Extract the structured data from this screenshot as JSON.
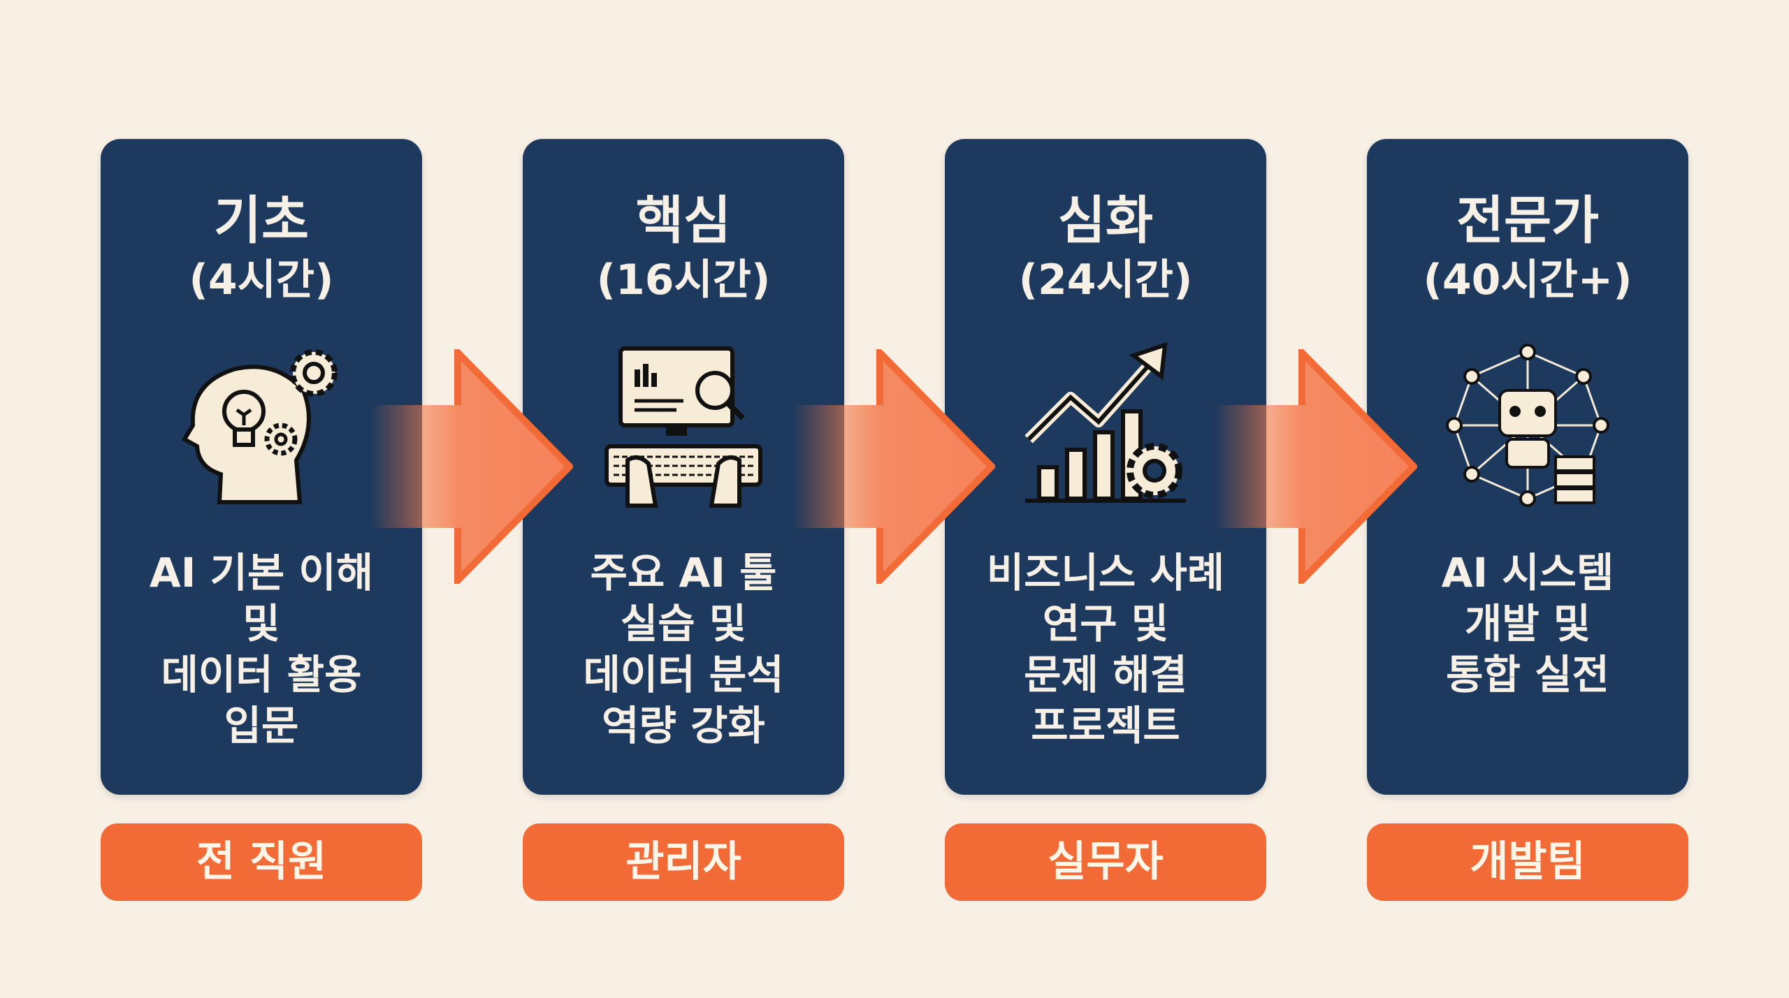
{
  "colors": {
    "background": "#f8f0e4",
    "card": "#1d3a5e",
    "accent": "#f26a35",
    "text": "#f6f0e6"
  },
  "stages": [
    {
      "title": "기초",
      "hours": "(4시간)",
      "icon": "head-lightbulb-gears-icon",
      "desc": [
        "AI 기본 이해",
        "및",
        "데이터 활용",
        "입문"
      ],
      "audience": "전 직원"
    },
    {
      "title": "핵심",
      "hours": "(16시간)",
      "icon": "computer-analytics-keyboard-icon",
      "desc": [
        "주요 AI 툴",
        "실습 및",
        "데이터 분석",
        "역량 강화"
      ],
      "audience": "관리자"
    },
    {
      "title": "심화",
      "hours": "(24시간)",
      "icon": "growth-chart-gear-icon",
      "desc": [
        "비즈니스 사례",
        "연구 및",
        "문제 해결",
        "프로젝트"
      ],
      "audience": "실무자"
    },
    {
      "title": "전문가",
      "hours": "(40시간+)",
      "icon": "robot-network-server-icon",
      "desc": [
        "AI 시스템",
        "개발 및",
        "통합 실전"
      ],
      "audience": "개발팀"
    }
  ]
}
